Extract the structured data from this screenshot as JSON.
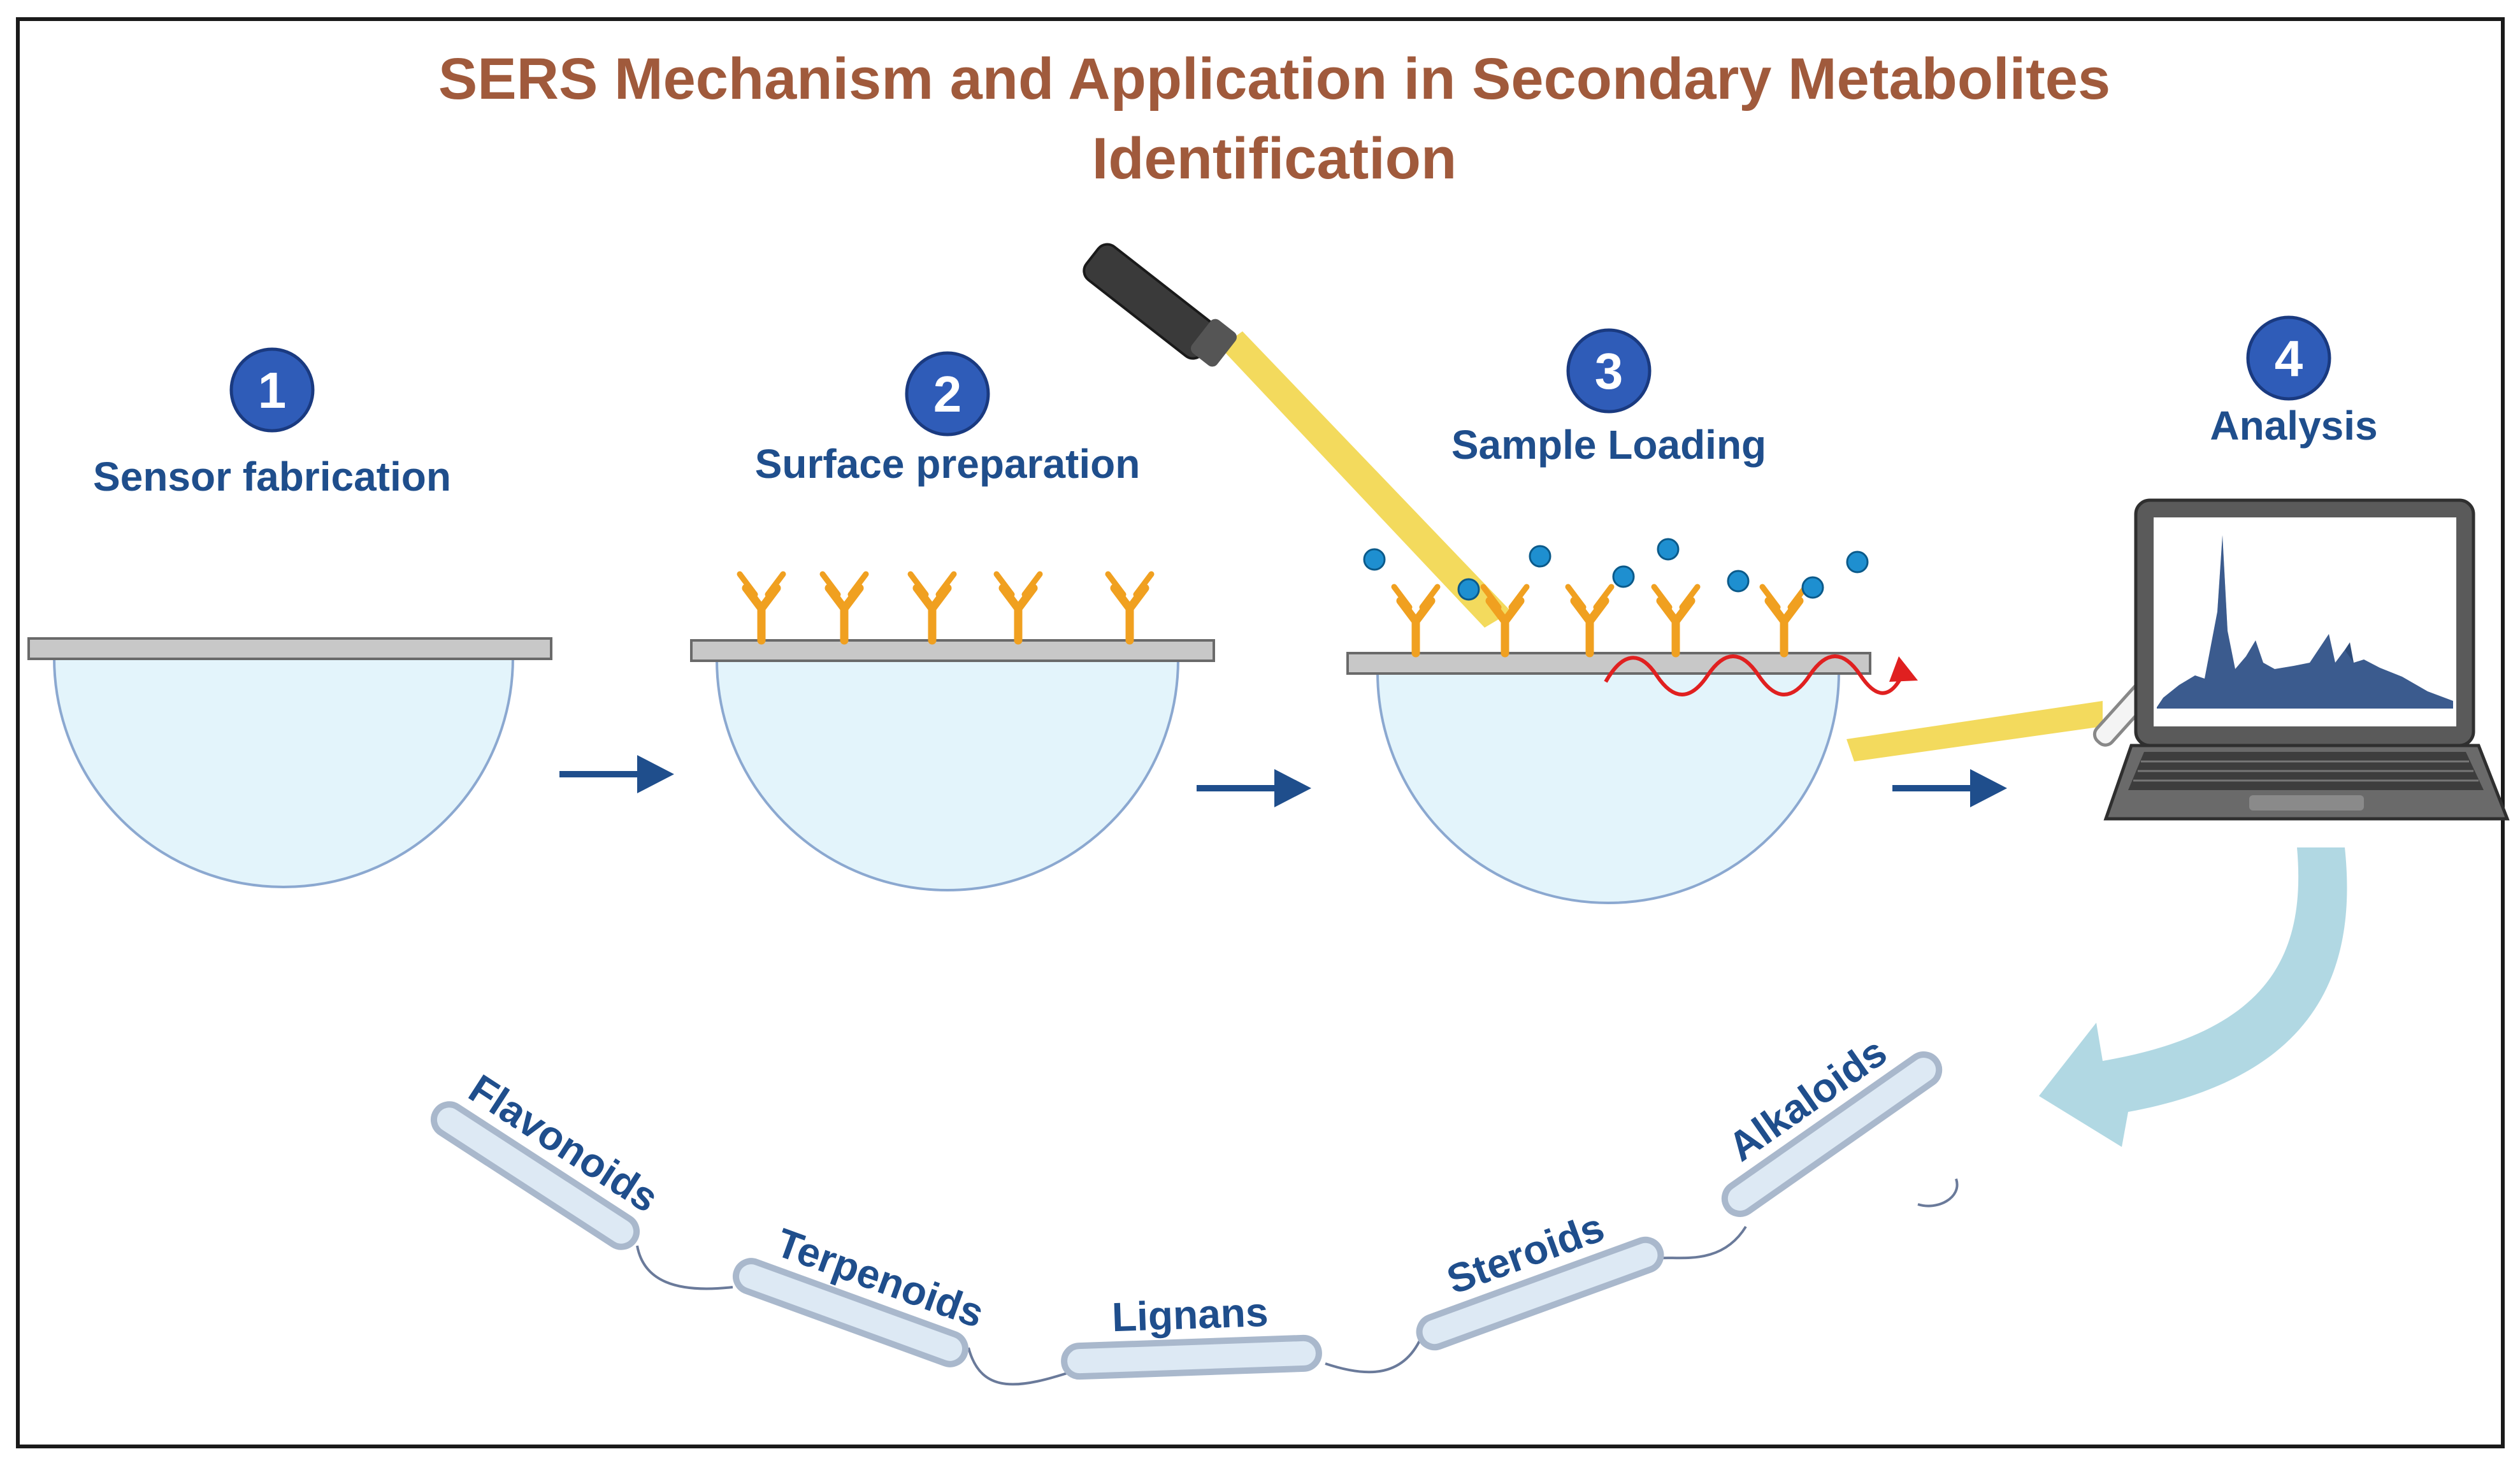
{
  "title": {
    "line1": "SERS Mechanism and Application in Secondary Metabolites",
    "line2": "Identification"
  },
  "steps": [
    {
      "number": "1",
      "label": "Sensor fabrication"
    },
    {
      "number": "2",
      "label": "Surface preparation"
    },
    {
      "number": "3",
      "label": "Sample Loading"
    },
    {
      "number": "4",
      "label": "Analysis"
    }
  ],
  "metabolite_classes": [
    "Flavonoids",
    "Terpenoids",
    "Lignans",
    "Steroids",
    "Alkaloids"
  ],
  "colors": {
    "title": "#a05a3c",
    "label": "#1f4e8c",
    "badge": "#2f5cb8",
    "antibody": "#f0a020",
    "particle": "#1e8fd0",
    "laser": "#f2d64b",
    "hemisphere": "#e3f4fb",
    "arrow": "#1f4e8c",
    "curved_arrow": "#a8d4e0",
    "signal_wave": "#e02020"
  },
  "icons": [
    "laser-probe-icon",
    "laptop-icon",
    "antibody-icon",
    "spectrum-icon"
  ]
}
